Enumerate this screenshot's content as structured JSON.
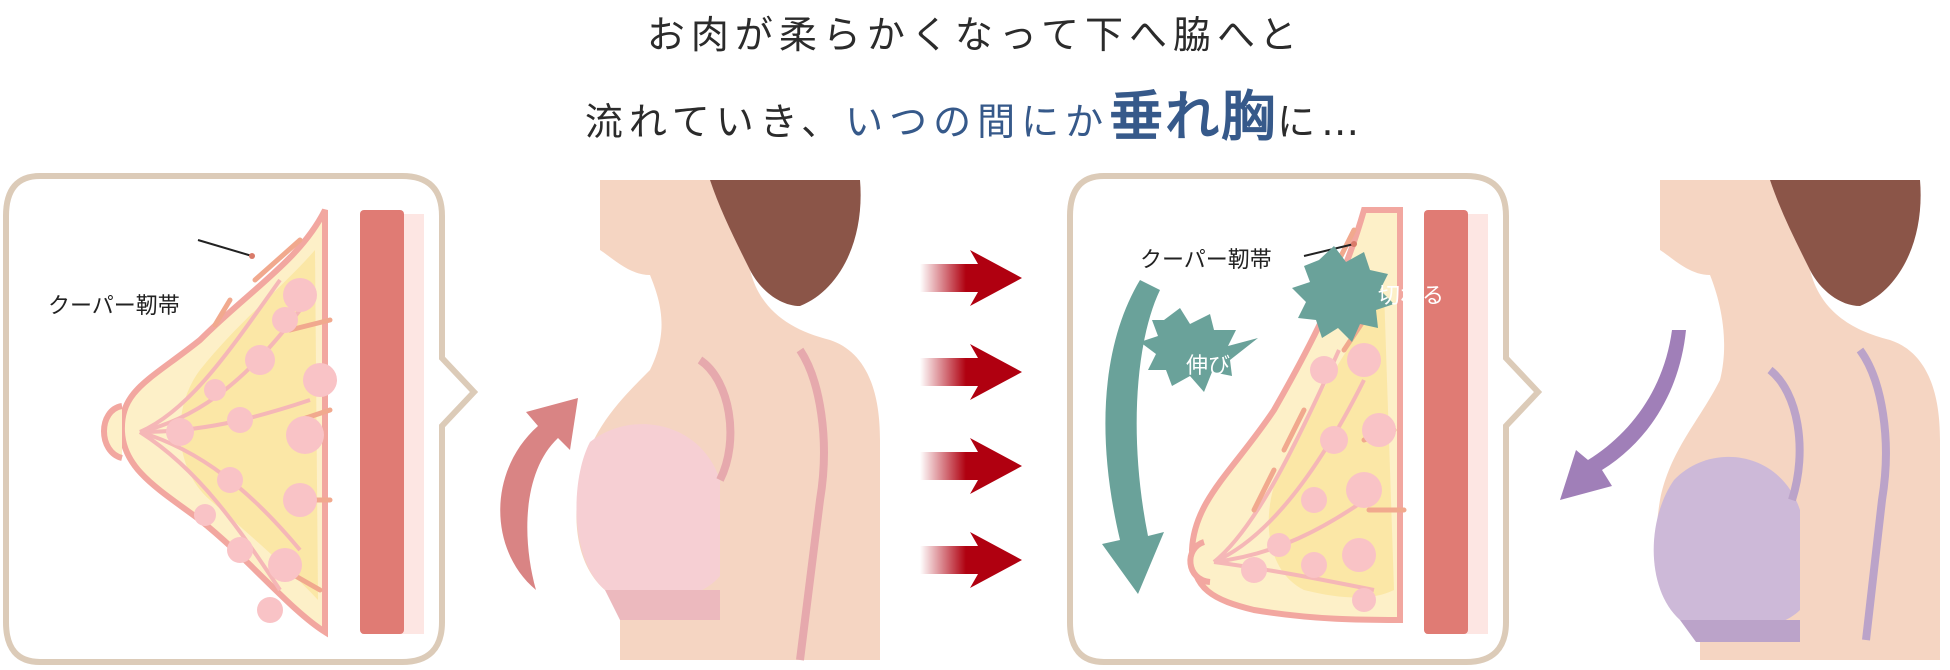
{
  "headline": {
    "line1": "お肉が柔らかくなって下へ脇へと",
    "line2_a": "流れていき、",
    "line2_b": "いつの間にか",
    "line2_big": "垂れ胸",
    "line2_c": "に…"
  },
  "panel_left": {
    "ligament_label": "クーパー靭帯"
  },
  "panel_right": {
    "ligament_label": "クーパー靭帯",
    "badge_cut": "切れる",
    "badge_stretch": "伸びる"
  },
  "colors": {
    "frame": "#dccbb8",
    "arrow_red": "#b00010",
    "arrow_up": "#d98484",
    "arrow_teal": "#6aa29a",
    "arrow_purple": "#a07fb8",
    "bra_pink": "#f6cfd3",
    "bra_purple": "#cdb9d8",
    "skin": "#f5d5c2",
    "hair": "#8b5548"
  }
}
